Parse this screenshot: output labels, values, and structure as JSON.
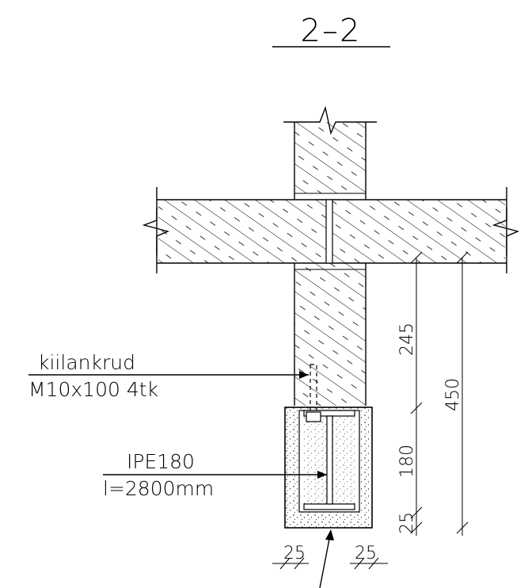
{
  "section_title": "2–2",
  "notes": {
    "anchor_label_line1": "kiilankrud",
    "anchor_label_line2": "M10x100  4tk",
    "beam_label_line1": "IPE180",
    "beam_label_line2": "l=2800mm"
  },
  "dimensions": {
    "upper_wall_height": "245",
    "beam_height": "180",
    "bottom_cover": "25",
    "total_height": "450",
    "left_cover": "25",
    "right_cover": "25"
  },
  "hatch_pattern": "masonry-diagonal",
  "fill_pattern": "concrete-stipple"
}
